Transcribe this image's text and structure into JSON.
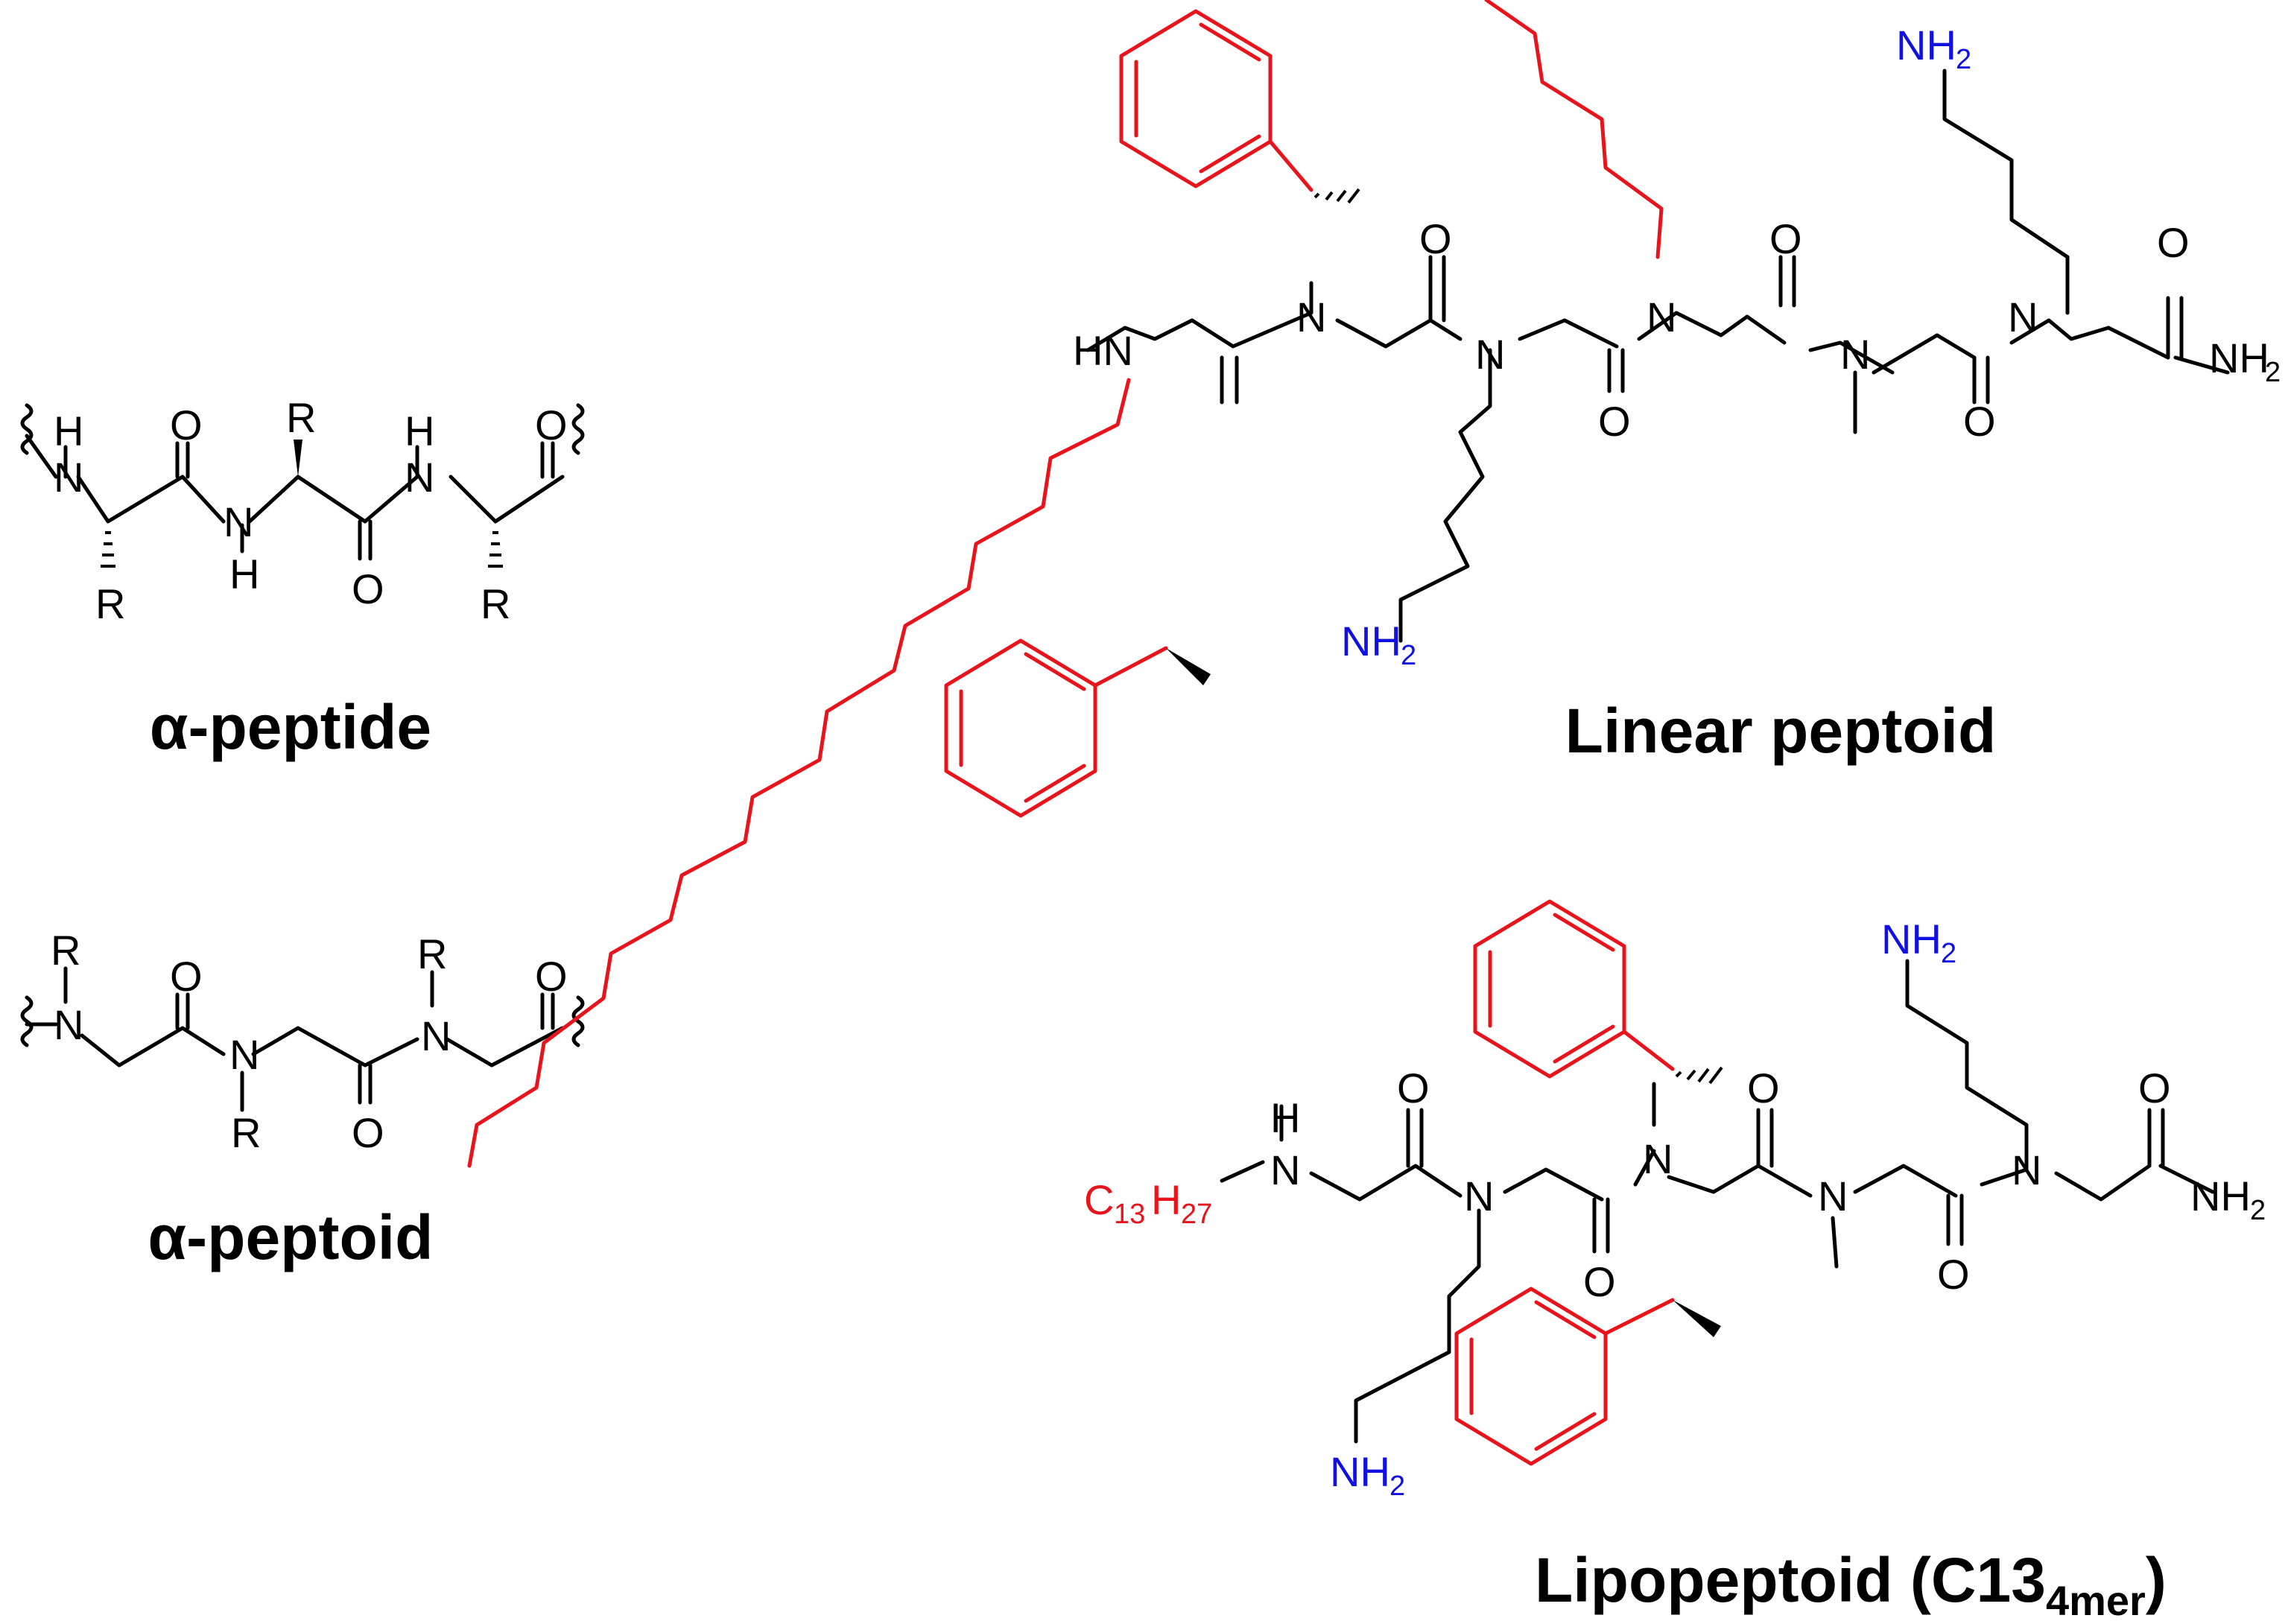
{
  "colors": {
    "backbone": "#000000",
    "hydrophobic": "#e8141c",
    "cationic": "#1010e0"
  },
  "titles": {
    "alpha_peptide": "α-peptide",
    "alpha_peptoid": "α-peptoid",
    "linear_peptoid": "Linear peptoid",
    "lipopeptoid_main": "Lipopeptoid (C13",
    "lipopeptoid_sub": "4mer",
    "lipopeptoid_end": ")"
  },
  "labels": {
    "r": "R",
    "n": "N",
    "h": "H",
    "hn": "HN",
    "o": "O",
    "nh": "NH",
    "nh2_base": "NH",
    "nh2_sub": "2",
    "c13": "C",
    "c13_sub": "13",
    "h27": "H",
    "h27_sub": "27"
  }
}
